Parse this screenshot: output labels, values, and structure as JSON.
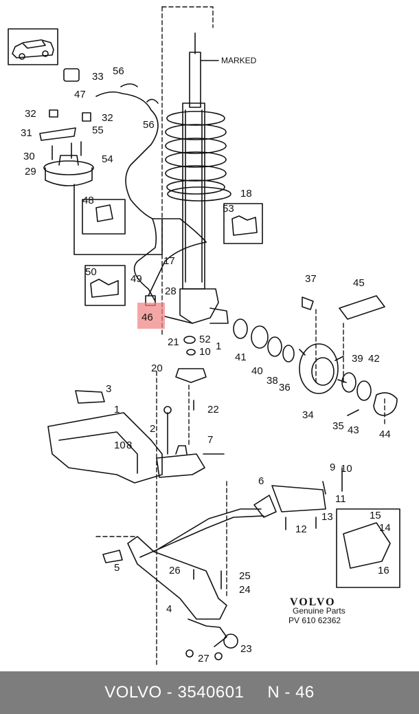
{
  "diagram": {
    "marked_label": "MARKED",
    "brand": {
      "name": "VOLVO",
      "line1": "Genuine Parts",
      "line2": "PV 610 62362"
    },
    "highlight_color": "#f08080",
    "highlighted_callout": "46",
    "callouts": {
      "c1a": "1",
      "c1b": "1",
      "c2": "2",
      "c3": "3",
      "c4": "4",
      "c5": "5",
      "c6": "6",
      "c7": "7",
      "c8": "8",
      "c9": "9",
      "c10a": "10",
      "c10b": "10",
      "c10c": "10",
      "c11": "11",
      "c12": "12",
      "c13": "13",
      "c14": "14",
      "c15": "15",
      "c16": "16",
      "c17": "17",
      "c18": "18",
      "c20": "20",
      "c21": "21",
      "c22": "22",
      "c23": "23",
      "c24": "24",
      "c25": "25",
      "c26": "26",
      "c27": "27",
      "c28": "28",
      "c29": "29",
      "c30": "30",
      "c31": "31",
      "c32a": "32",
      "c32b": "32",
      "c33": "33",
      "c34": "34",
      "c35": "35",
      "c36": "36",
      "c37": "37",
      "c38": "38",
      "c39": "39",
      "c40": "40",
      "c41": "41",
      "c42": "42",
      "c43": "43",
      "c44": "44",
      "c45": "45",
      "c46": "46",
      "c47": "47",
      "c48": "48",
      "c49": "49",
      "c50": "50",
      "c52": "52",
      "c53": "53",
      "c54": "54",
      "c55": "55",
      "c56a": "56",
      "c56b": "56"
    }
  },
  "footer": {
    "part_text": "VOLVO - 3540601",
    "ref_text": "N - 46"
  }
}
